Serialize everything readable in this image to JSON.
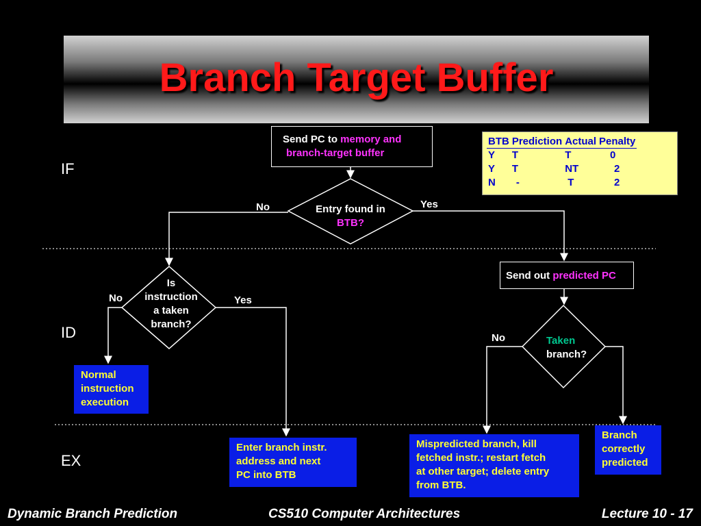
{
  "title": "Branch Target Buffer",
  "stages": {
    "if": "IF",
    "id": "ID",
    "ex": "EX"
  },
  "send_pc": {
    "prefix": "Send PC to ",
    "highlight_line1": "memory and",
    "highlight_line2": "branch-target buffer"
  },
  "entry_found": {
    "line1": "Entry found in",
    "line2": "BTB?"
  },
  "labels": {
    "no_entry": "No",
    "yes_entry": "Yes",
    "no_taken": "No",
    "yes_taken": "Yes",
    "no_predict": "No"
  },
  "send_out": {
    "prefix": "Send out ",
    "highlight": "predicted PC"
  },
  "is_taken": {
    "line1": "Is",
    "line2": "instruction",
    "line3": "a taken",
    "line4": "branch?"
  },
  "taken_branch": {
    "line1": "Taken",
    "line2": "branch?"
  },
  "normal": {
    "line1": "Normal",
    "line2": "instruction",
    "line3": "execution"
  },
  "enter_btb": {
    "line1": "Enter branch instr.",
    "line2": "address and next",
    "line3": "PC into BTB"
  },
  "mispredicted": {
    "line1": "Mispredicted branch, kill",
    "line2": "fetched instr.; restart fetch",
    "line3": "at other target; delete entry",
    "line4": "from BTB."
  },
  "correct": {
    "line1": "Branch",
    "line2": "correctly",
    "line3": "predicted"
  },
  "btb_table": {
    "headers": [
      "BTB",
      "Prediction",
      "Actual",
      "Penalty"
    ],
    "rows": [
      [
        "Y",
        "T",
        "T",
        "0"
      ],
      [
        "Y",
        "T",
        "NT",
        "2"
      ],
      [
        "N",
        "-",
        "T",
        "2"
      ]
    ]
  },
  "footer": {
    "left": "Dynamic Branch Prediction",
    "center": "CS510 Computer Architectures",
    "right": "Lecture 10 - 17"
  }
}
